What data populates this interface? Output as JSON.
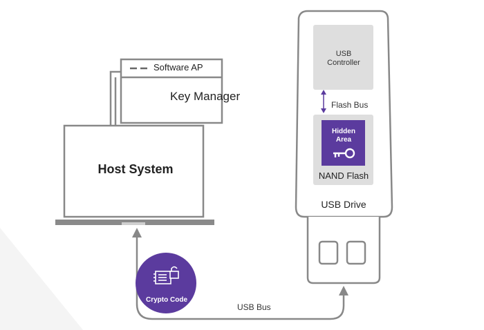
{
  "diagram": {
    "software_window": {
      "title": "Software AP"
    },
    "key_manager": {
      "label": "Key Manager"
    },
    "host": {
      "label": "Host System"
    },
    "usb_drive": {
      "controller_line1": "USB",
      "controller_line2": "Controller",
      "flash_bus_label": "Flash Bus",
      "hidden_line1": "Hidden",
      "hidden_line2": "Area",
      "nand_label": "NAND Flash",
      "drive_label": "USB Drive"
    },
    "crypto": {
      "label": "Crypto Code"
    },
    "bus": {
      "label": "USB Bus"
    }
  },
  "colors": {
    "purple": "#5b3b9e",
    "gray_line": "#888888",
    "light_panel": "#dedede",
    "drive_fill": "#ffffff"
  },
  "icons": [
    "key-icon",
    "chip-lock-icon",
    "arrow-up-icon",
    "double-arrow-icon"
  ]
}
